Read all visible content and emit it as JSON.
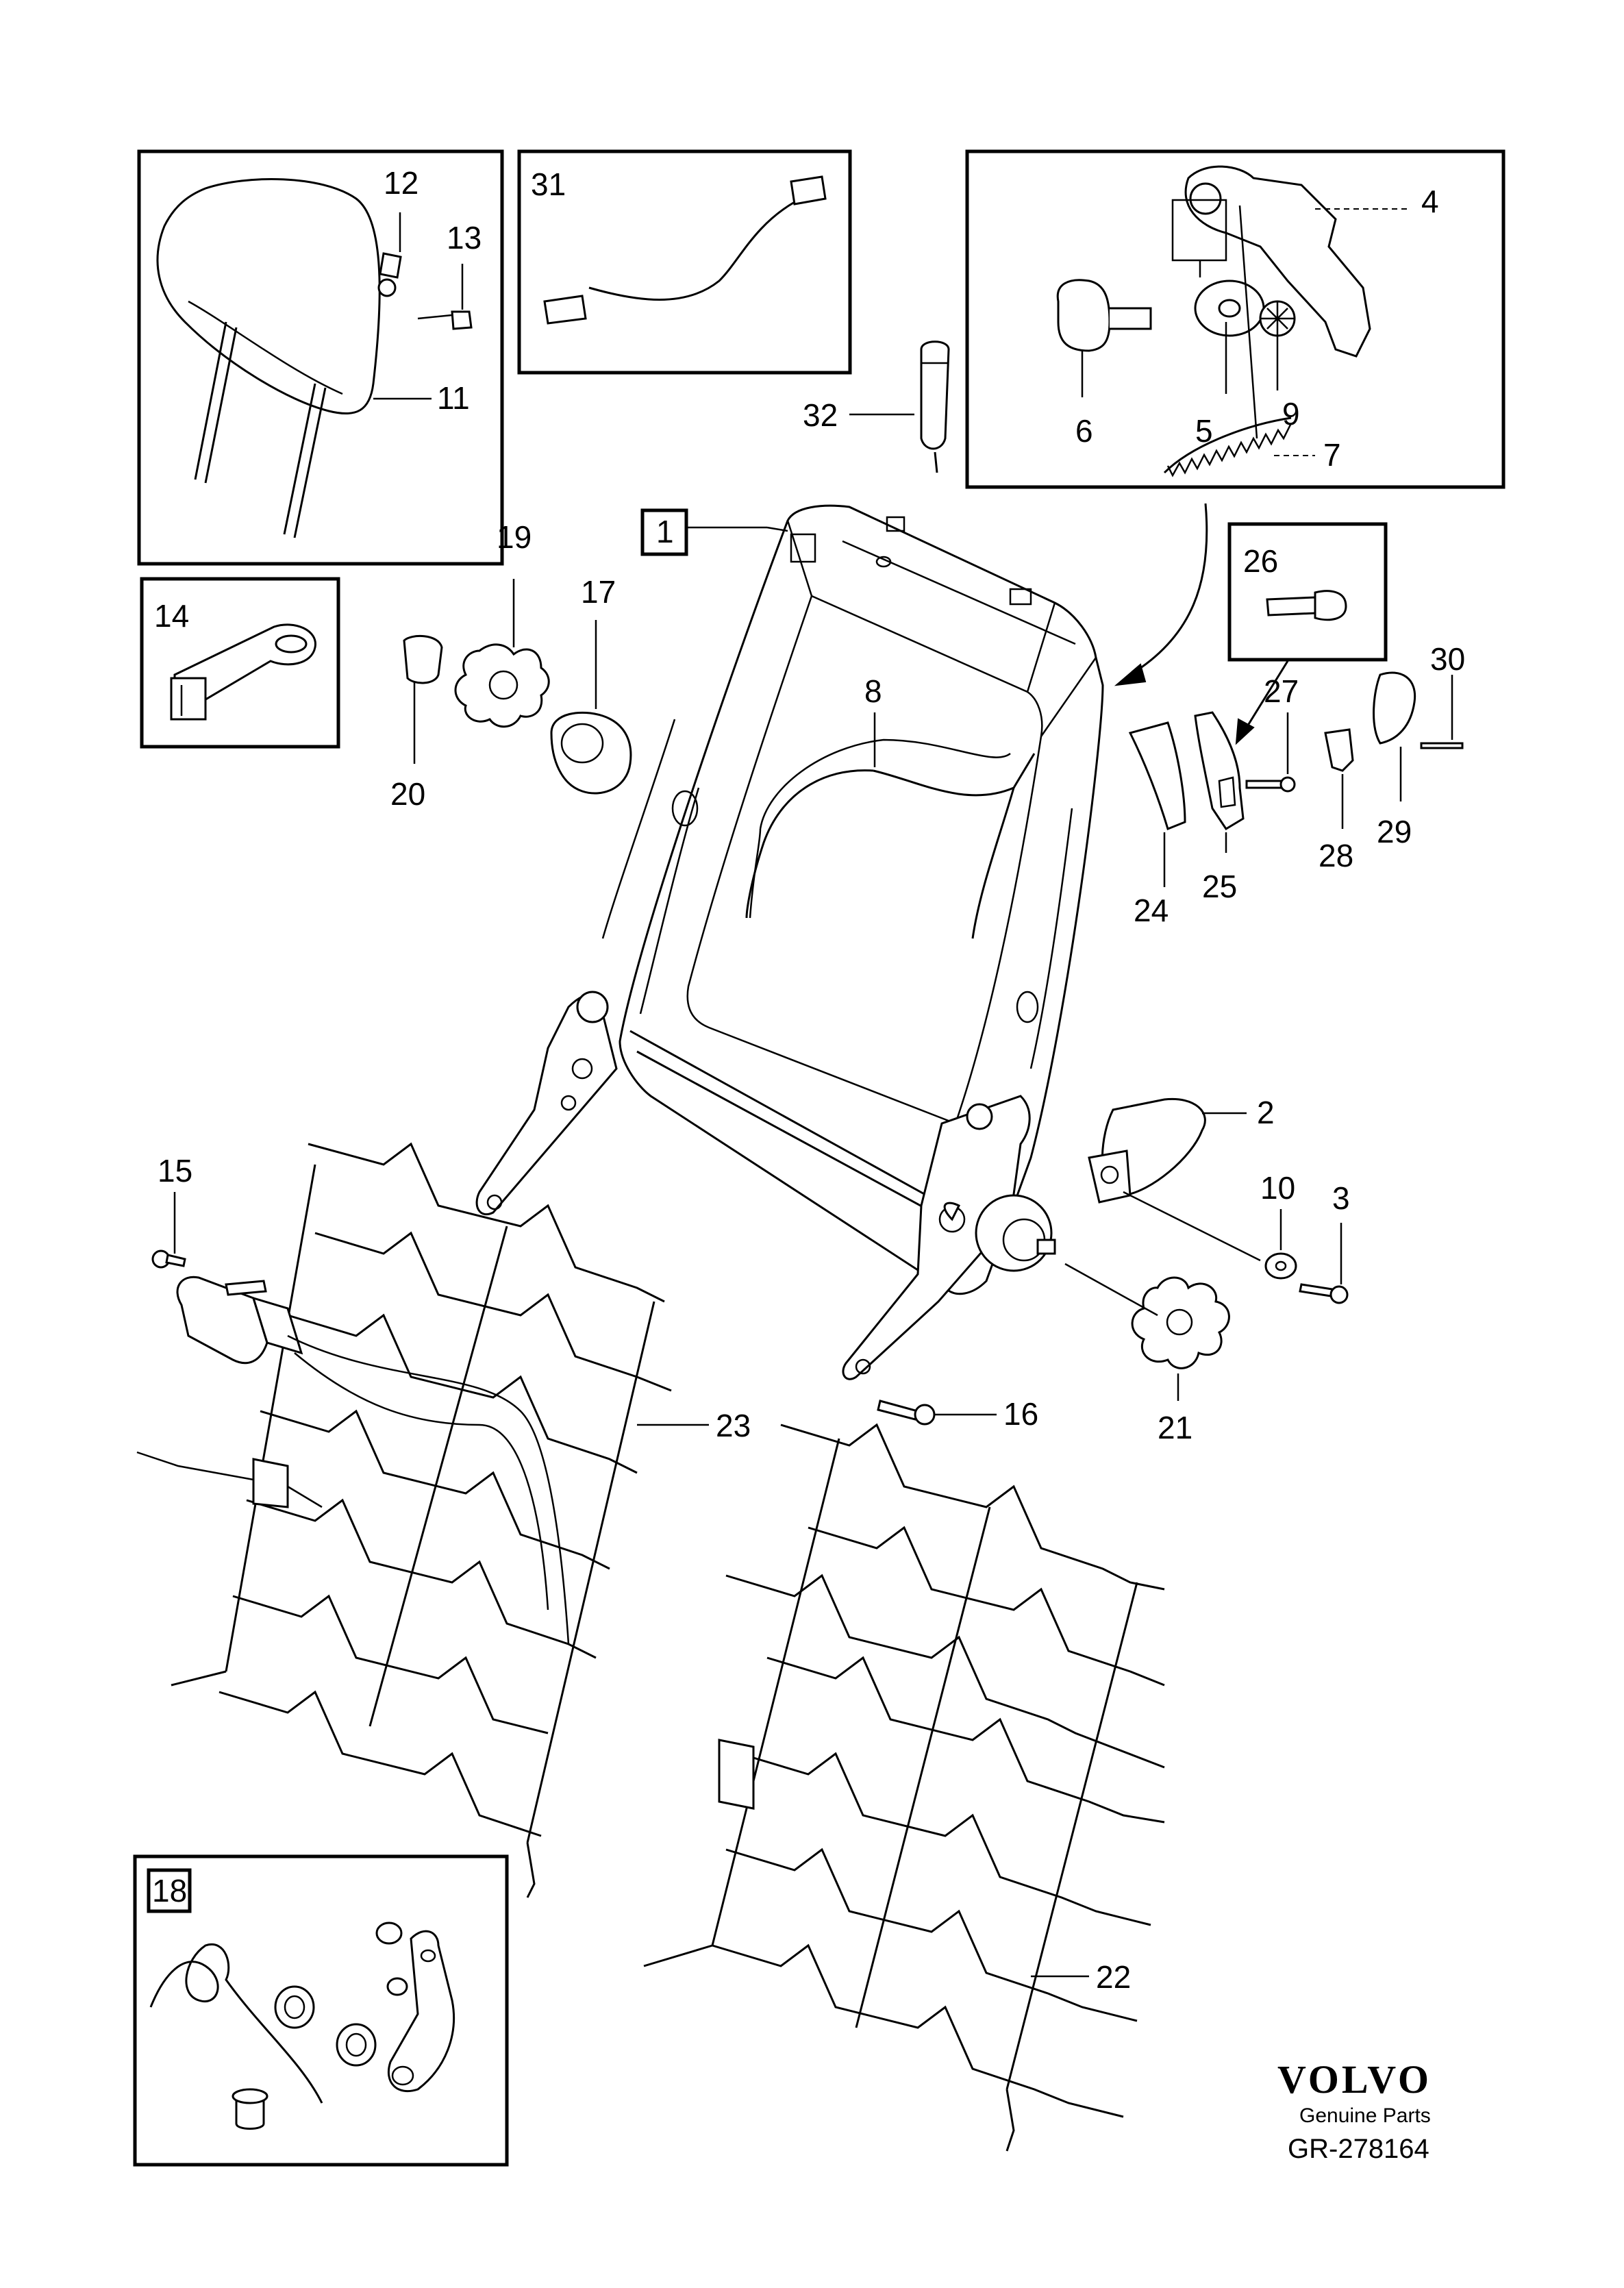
{
  "labels": {
    "p1": "1",
    "p2": "2",
    "p3": "3",
    "p4": "4",
    "p5": "5",
    "p6": "6",
    "p7": "7",
    "p8": "8",
    "p9": "9",
    "p10": "10",
    "p11": "11",
    "p12": "12",
    "p13": "13",
    "p14": "14",
    "p15": "15",
    "p16": "16",
    "p17": "17",
    "p18": "18",
    "p19": "19",
    "p20": "20",
    "p21": "21",
    "p22": "22",
    "p23": "23",
    "p24": "24",
    "p25": "25",
    "p26": "26",
    "p27": "27",
    "p28": "28",
    "p29": "29",
    "p30": "30",
    "p31": "31",
    "p32": "32"
  },
  "footer": {
    "brand": "VOLVO",
    "tagline": "Genuine Parts",
    "reference": "GR-278164"
  }
}
